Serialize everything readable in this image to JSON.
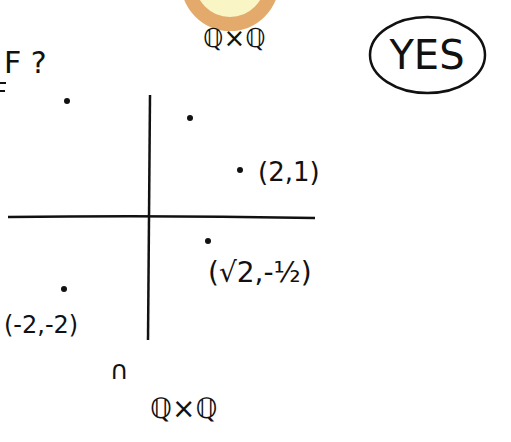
{
  "diagram": {
    "nodes": [
      {
        "text": [
          "YES"
        ]
      }
    ],
    "labels": [
      "F ?",
      "ℚ×ℚ",
      "(2,1)",
      "(√2,-½)",
      "(-2,-2)",
      "∩",
      "ℚ×ℚ"
    ]
  }
}
